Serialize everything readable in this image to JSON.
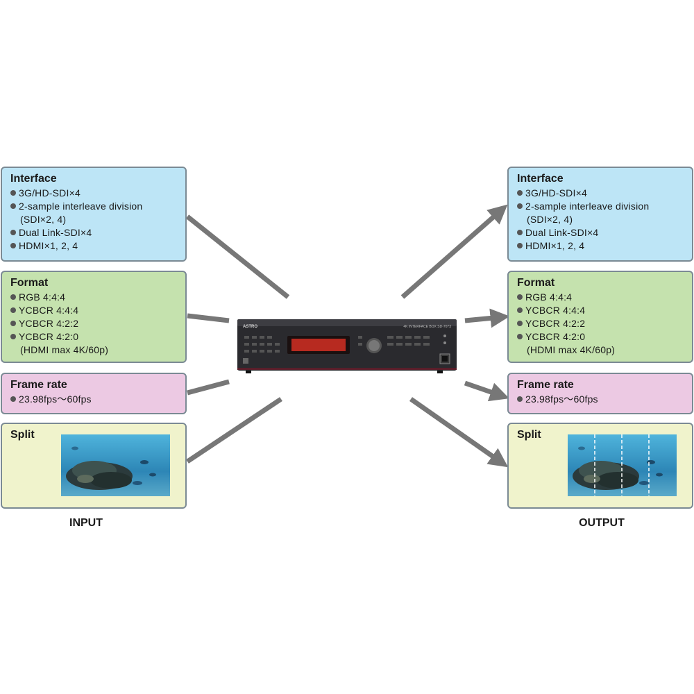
{
  "input": {
    "label": "INPUT",
    "interface": {
      "title": "Interface",
      "items": [
        "3G/HD-SDI×4",
        "2-sample interleave division",
        "(SDI×2, 4)",
        "Dual Link-SDI×4",
        "HDMI×1, 2, 4"
      ]
    },
    "format": {
      "title": "Format",
      "items": [
        "RGB 4:4:4",
        "YCBCR 4:4:4",
        "YCBCR 4:2:2",
        "YCBCR 4:2:0",
        "(HDMI max 4K/60p)"
      ]
    },
    "frame_rate": {
      "title": "Frame rate",
      "items": [
        "23.98fps～60fps"
      ]
    },
    "split": {
      "title": "Split"
    }
  },
  "output": {
    "label": "OUTPUT",
    "interface": {
      "title": "Interface",
      "items": [
        "3G/HD-SDI×4",
        "2-sample interleave division",
        "(SDI×2, 4)",
        "Dual Link-SDI×4",
        "HDMI×1, 2, 4"
      ]
    },
    "format": {
      "title": "Format",
      "items": [
        "RGB 4:4:4",
        "YCBCR 4:4:4",
        "YCBCR 4:2:2",
        "YCBCR 4:2:0",
        "(HDMI max 4K/60p)"
      ]
    },
    "frame_rate": {
      "title": "Frame rate",
      "items": [
        "23.98fps～60fps"
      ]
    },
    "split": {
      "title": "Split"
    }
  },
  "device": {
    "brand": "ASTRO",
    "model_label": "4K INTERFACE BOX SD-7073"
  },
  "colors": {
    "interface_bg": "#bde5f6",
    "format_bg": "#c5e2ae",
    "frame_rate_bg": "#ecc9e3",
    "split_bg": "#f0f3cc",
    "arrow": "#777777",
    "device_body": "#2a2a2e",
    "display_red": "#c0261e"
  }
}
